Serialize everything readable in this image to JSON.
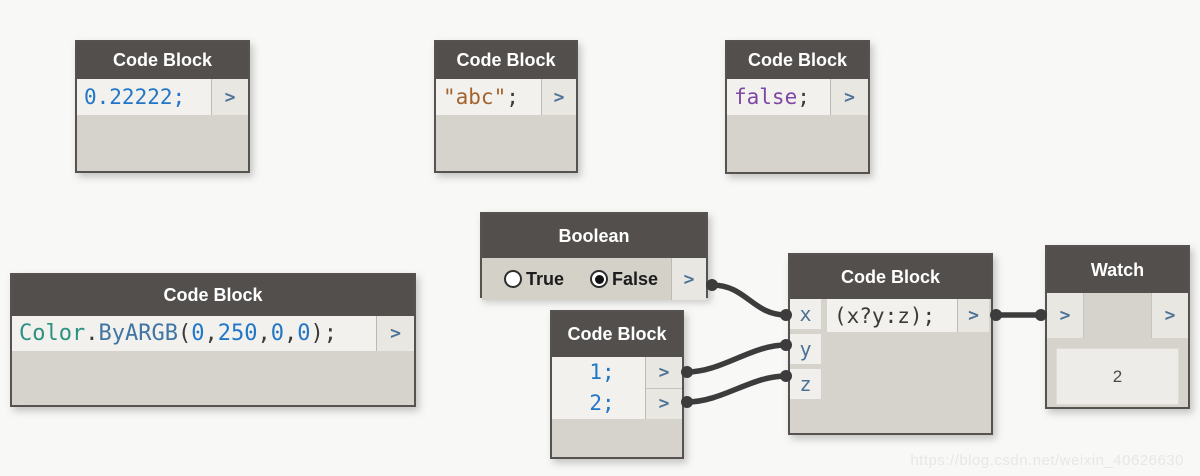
{
  "canvas": {
    "background": "#f8f8f6",
    "wire_color": "#3c3c3c",
    "header_color": "#524f4d",
    "body_color": "#d6d3cc"
  },
  "colors": {
    "number": "#2176c7",
    "string": "#a4632d",
    "keyword": "#7e46a5",
    "class": "#2b9181",
    "method": "#3f74a3",
    "punctuation": "#3a3a3a"
  },
  "symbols": {
    "out": ">"
  },
  "nodes": {
    "cb_number": {
      "title": "Code Block",
      "line": {
        "num": "0.22222;"
      }
    },
    "cb_string": {
      "title": "Code Block",
      "line": {
        "str": "\"abc\"",
        "punct": ";"
      }
    },
    "cb_bool": {
      "title": "Code Block",
      "line": {
        "kw": "false",
        "punct": ";"
      }
    },
    "cb_color": {
      "title": "Code Block",
      "line": {
        "cls": "Color",
        "dot": ".",
        "method": "ByARGB",
        "open": "(",
        "n1": "0",
        "c1": ",",
        "n2": "250",
        "c2": ",",
        "n3": "0",
        "c3": ",",
        "n4": "0",
        "close": ");"
      }
    },
    "boolean": {
      "title": "Boolean",
      "options": [
        {
          "label": "True",
          "selected": false
        },
        {
          "label": "False",
          "selected": true
        }
      ]
    },
    "cb_list": {
      "title": "Code Block",
      "lines": [
        {
          "num": "1;"
        },
        {
          "num": "2;"
        }
      ]
    },
    "cb_ternary": {
      "title": "Code Block",
      "inputs": [
        "x",
        "y",
        "z"
      ],
      "line": {
        "punct": "(x?y:z);"
      }
    },
    "watch": {
      "title": "Watch",
      "value": "2"
    }
  },
  "watermark": "https://blog.csdn.net/weixin_40626630"
}
